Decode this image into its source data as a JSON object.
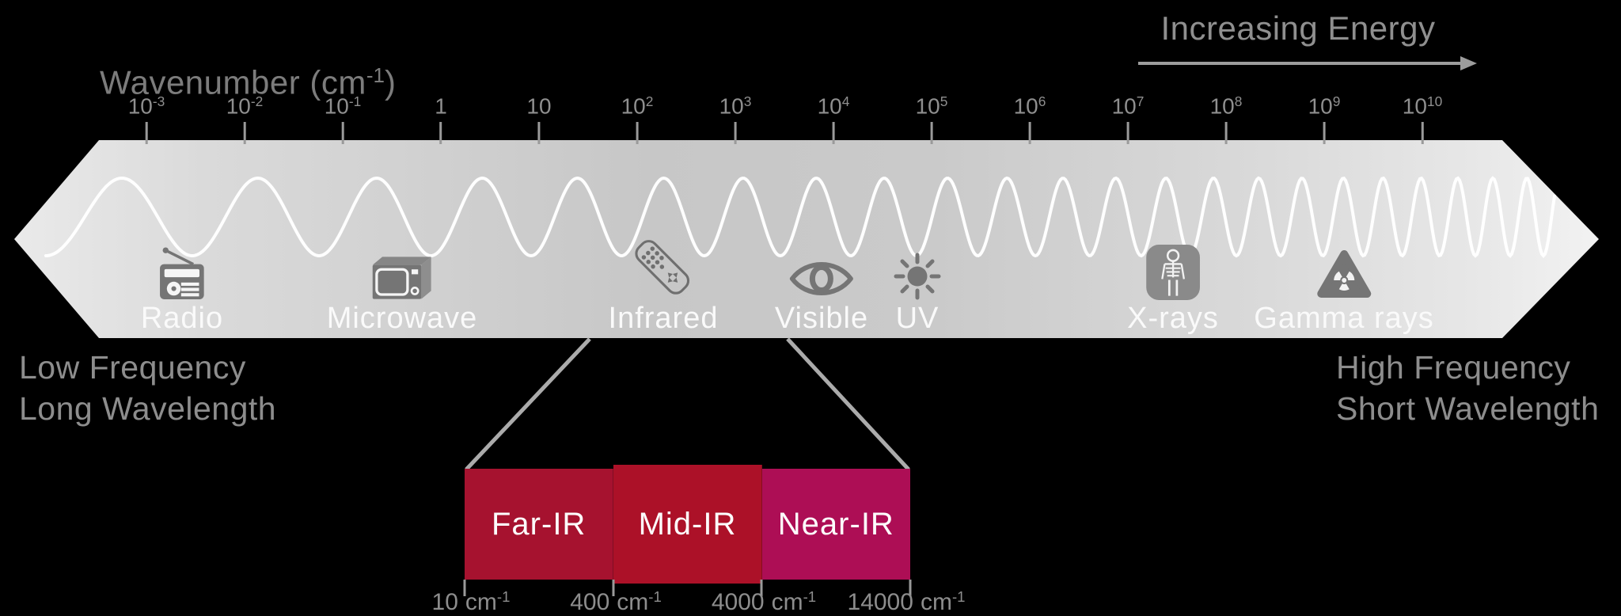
{
  "colors": {
    "background": "#000000",
    "band_gray_light": "#e9e9e9",
    "band_gray_mid": "#c7c7c7",
    "wave_white": "#ffffff",
    "text_gray": "#8d8d8d",
    "region_label_white": "#fafafa",
    "icon_gray": "#757575",
    "leader_gray": "#ababab",
    "far_ir": "#a6122f",
    "mid_ir": "#ac1128",
    "near_ir": "#ad0e55"
  },
  "header": {
    "wavenumber_base": "Wavenumber (cm",
    "wavenumber_sup": "-1",
    "wavenumber_close": ")",
    "increasing_energy": "Increasing Energy"
  },
  "scale": {
    "ticks": [
      {
        "base": "10",
        "sup": "-3"
      },
      {
        "base": "10",
        "sup": "-2"
      },
      {
        "base": "10",
        "sup": "-1"
      },
      {
        "base": "1",
        "sup": ""
      },
      {
        "base": "10",
        "sup": ""
      },
      {
        "base": "10",
        "sup": "2"
      },
      {
        "base": "10",
        "sup": "3"
      },
      {
        "base": "10",
        "sup": "4"
      },
      {
        "base": "10",
        "sup": "5"
      },
      {
        "base": "10",
        "sup": "6"
      },
      {
        "base": "10",
        "sup": "7"
      },
      {
        "base": "10",
        "sup": "8"
      },
      {
        "base": "10",
        "sup": "9"
      },
      {
        "base": "10",
        "sup": "10"
      }
    ]
  },
  "spectrum": {
    "regions": [
      {
        "label": "Radio",
        "icon": "radio-icon"
      },
      {
        "label": "Microwave",
        "icon": "microwave-icon"
      },
      {
        "label": "Infrared",
        "icon": "remote-control-icon"
      },
      {
        "label": "Visible",
        "icon": "eye-icon"
      },
      {
        "label": "UV",
        "icon": "sun-icon"
      },
      {
        "label": "X-rays",
        "icon": "xray-skeleton-icon"
      },
      {
        "label": "Gamma rays",
        "icon": "radiation-icon"
      }
    ]
  },
  "captions": {
    "low_line1": "Low Frequency",
    "low_line2": "Long Wavelength",
    "high_line1": "High Frequency",
    "high_line2": "Short Wavelength"
  },
  "ir_callout": {
    "bands": [
      {
        "label": "Far-IR",
        "color": "#a6122f"
      },
      {
        "label": "Mid-IR",
        "color": "#ac1128"
      },
      {
        "label": "Near-IR",
        "color": "#ad0e55"
      }
    ],
    "axis": [
      {
        "value": "10",
        "unit": "cm",
        "sup": "-1"
      },
      {
        "value": "400",
        "unit": "cm",
        "sup": "-1"
      },
      {
        "value": "4000",
        "unit": "cm",
        "sup": "-1"
      },
      {
        "value": "14000",
        "unit": "cm",
        "sup": "-1"
      }
    ]
  }
}
